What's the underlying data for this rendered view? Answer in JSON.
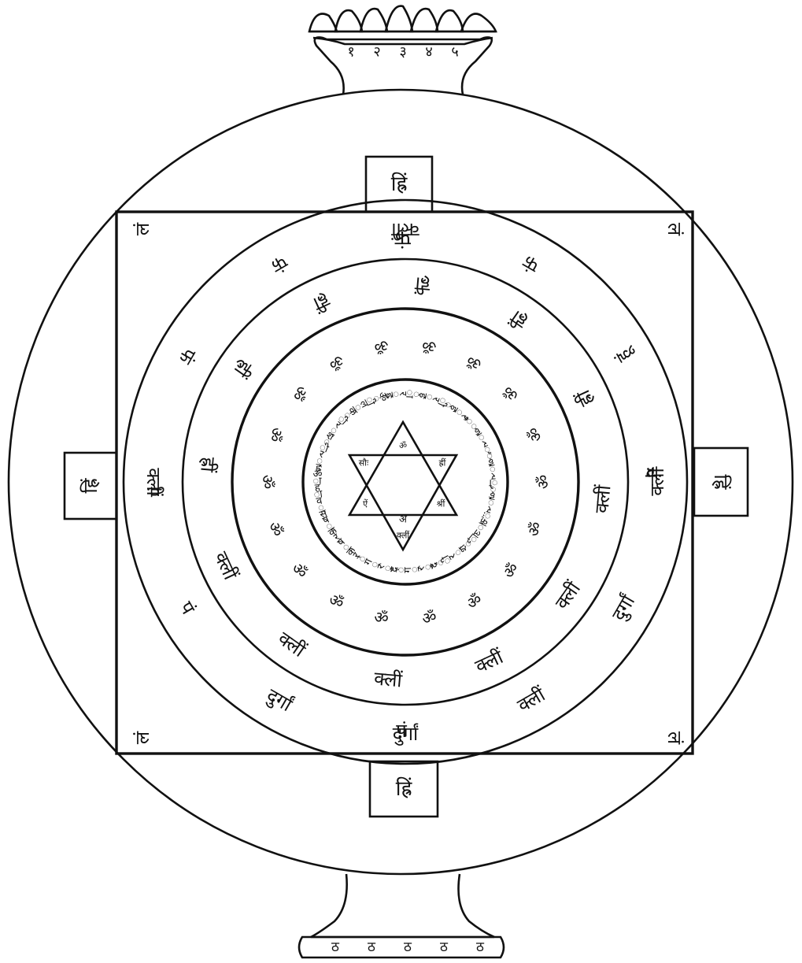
{
  "diagram": {
    "ink_color": "#111111",
    "paper_color": "#ffffff",
    "gate_labels": {
      "top": "ह्रिं",
      "left": "ह्रिं",
      "right": "ह्रिं",
      "bottom": "ह्रिं"
    },
    "corner_labels": {
      "top_left": "लं",
      "top_right": "लं",
      "bottom_left": "लं",
      "bottom_right": "लं"
    },
    "direction_labels": {
      "top": "फं",
      "right": "चं",
      "bottom": "पं",
      "left": "पं"
    },
    "outer_ring": [
      "फं",
      "क्लीं",
      "फं",
      "हूं",
      "क्लीं",
      "दुर्गां",
      "क्लीं",
      "दुर्गां",
      "दुर्गां",
      "पं",
      "क्लीं",
      "फं"
    ],
    "middle_ring": [
      "ह्रीं",
      "ह्रीं",
      "ह्रीं",
      "ह्रीं",
      "क्लीं",
      "क्लीं",
      "क्लीं",
      "क्लीं",
      "क्लीं",
      "क्लीं",
      "ह्रीं",
      "ह्रीं"
    ],
    "inner_ring_marks": [
      "ॐ",
      "ॐ",
      "ॐ",
      "ॐ",
      "ॐ",
      "ॐ",
      "ॐ",
      "ॐ",
      "ॐ",
      "ॐ",
      "ॐ",
      "ॐ",
      "ॐ",
      "ॐ",
      "ॐ",
      "ॐ",
      "ॐ",
      "ॐ"
    ],
    "mantra_circle": "ॐ ह्रां ह्रीं ह्रूं ह्रैं ह्रौं ह्रः क्लीं श्रीं दुर्गे दुर्गे रक्ष रक्ष स्वाहा ॐ ह्रीं श्रीं क्लीं",
    "star_points": [
      "ॐ",
      "ह्रीं",
      "श्रीं",
      "क्लीं",
      "ऐं",
      "सौः"
    ],
    "star_center": "अ",
    "crown_marks": [
      "१",
      "२",
      "३",
      "४",
      "५"
    ],
    "base_marks": [
      "ठ",
      "ठ",
      "ठ",
      "ठ",
      "ठ"
    ]
  }
}
